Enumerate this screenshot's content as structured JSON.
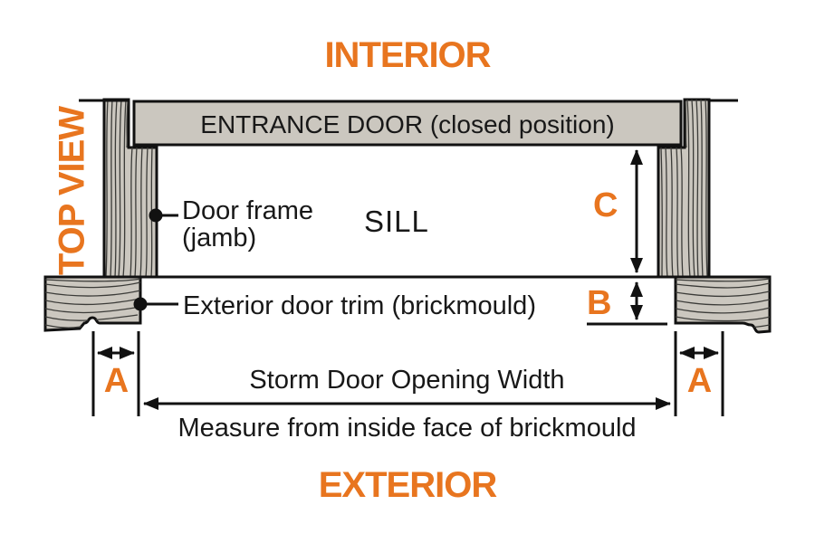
{
  "diagram": {
    "orientation": {
      "top": "INTERIOR",
      "bottom": "EXTERIOR",
      "side": "TOP VIEW"
    },
    "entrance_door_label": "ENTRANCE DOOR (closed position)",
    "labels": {
      "door_frame_line1": "Door frame",
      "door_frame_line2": "(jamb)",
      "sill": "SILL",
      "exterior_trim": "Exterior door trim (brickmould)",
      "opening_width": "Storm Door Opening Width",
      "measure_note": "Measure from inside face of brickmould"
    },
    "dimensions": {
      "a_left": "A",
      "a_right": "A",
      "b": "B",
      "c": "C"
    },
    "colors": {
      "accent": "#E8751F",
      "wood_fill": "#CBC7BF",
      "outline": "#111111"
    }
  }
}
